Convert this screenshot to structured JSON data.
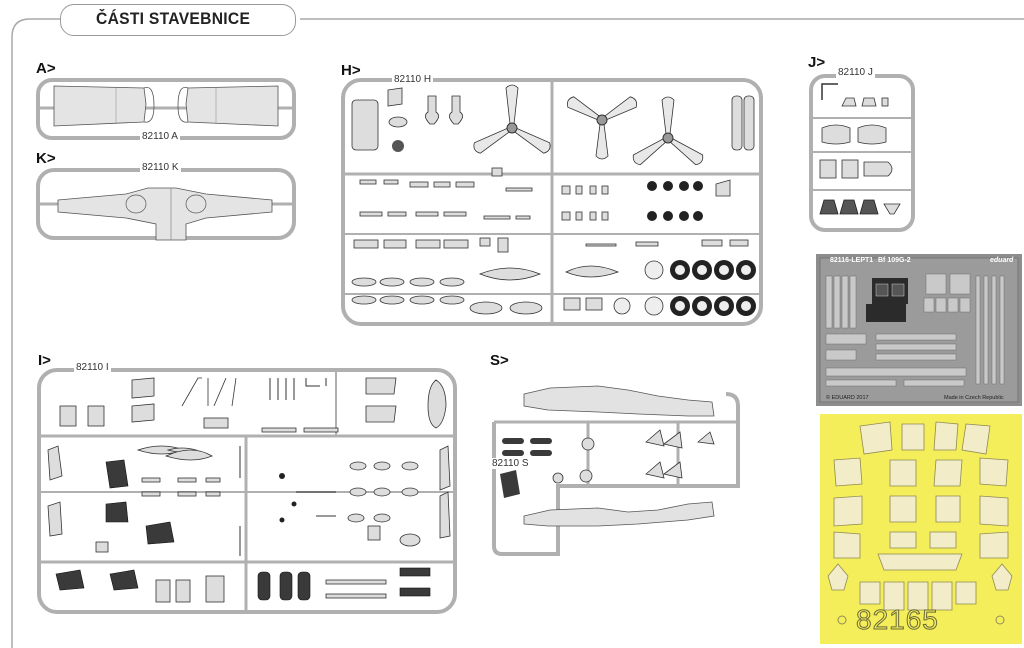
{
  "page": {
    "title": "ČÁSTI STAVEBNICE"
  },
  "sprues": [
    {
      "letter": "A>",
      "code": "82110 A"
    },
    {
      "letter": "K>",
      "code": "82110 K"
    },
    {
      "letter": "H>",
      "code": "82110 H"
    },
    {
      "letter": "J>",
      "code": "82110 J"
    },
    {
      "letter": "I>",
      "code": "82110 I"
    },
    {
      "letter": "S>",
      "code": "82110 S"
    }
  ],
  "photoetch": {
    "part_no": "82116-LEPT1",
    "model": "Bf 109G-2",
    "brand": "eduard",
    "copyright": "© EDUARD 2017",
    "origin": "Made in Czech Republic"
  },
  "mask": {
    "number": "82165"
  },
  "colors": {
    "sprue": "#b5b5b5",
    "sprue_fill": "#d9d9d9",
    "part_fill": "#e2e2e2",
    "mask_yellow": "#f6ef5a",
    "pe_bg": "#8c8c8c"
  }
}
